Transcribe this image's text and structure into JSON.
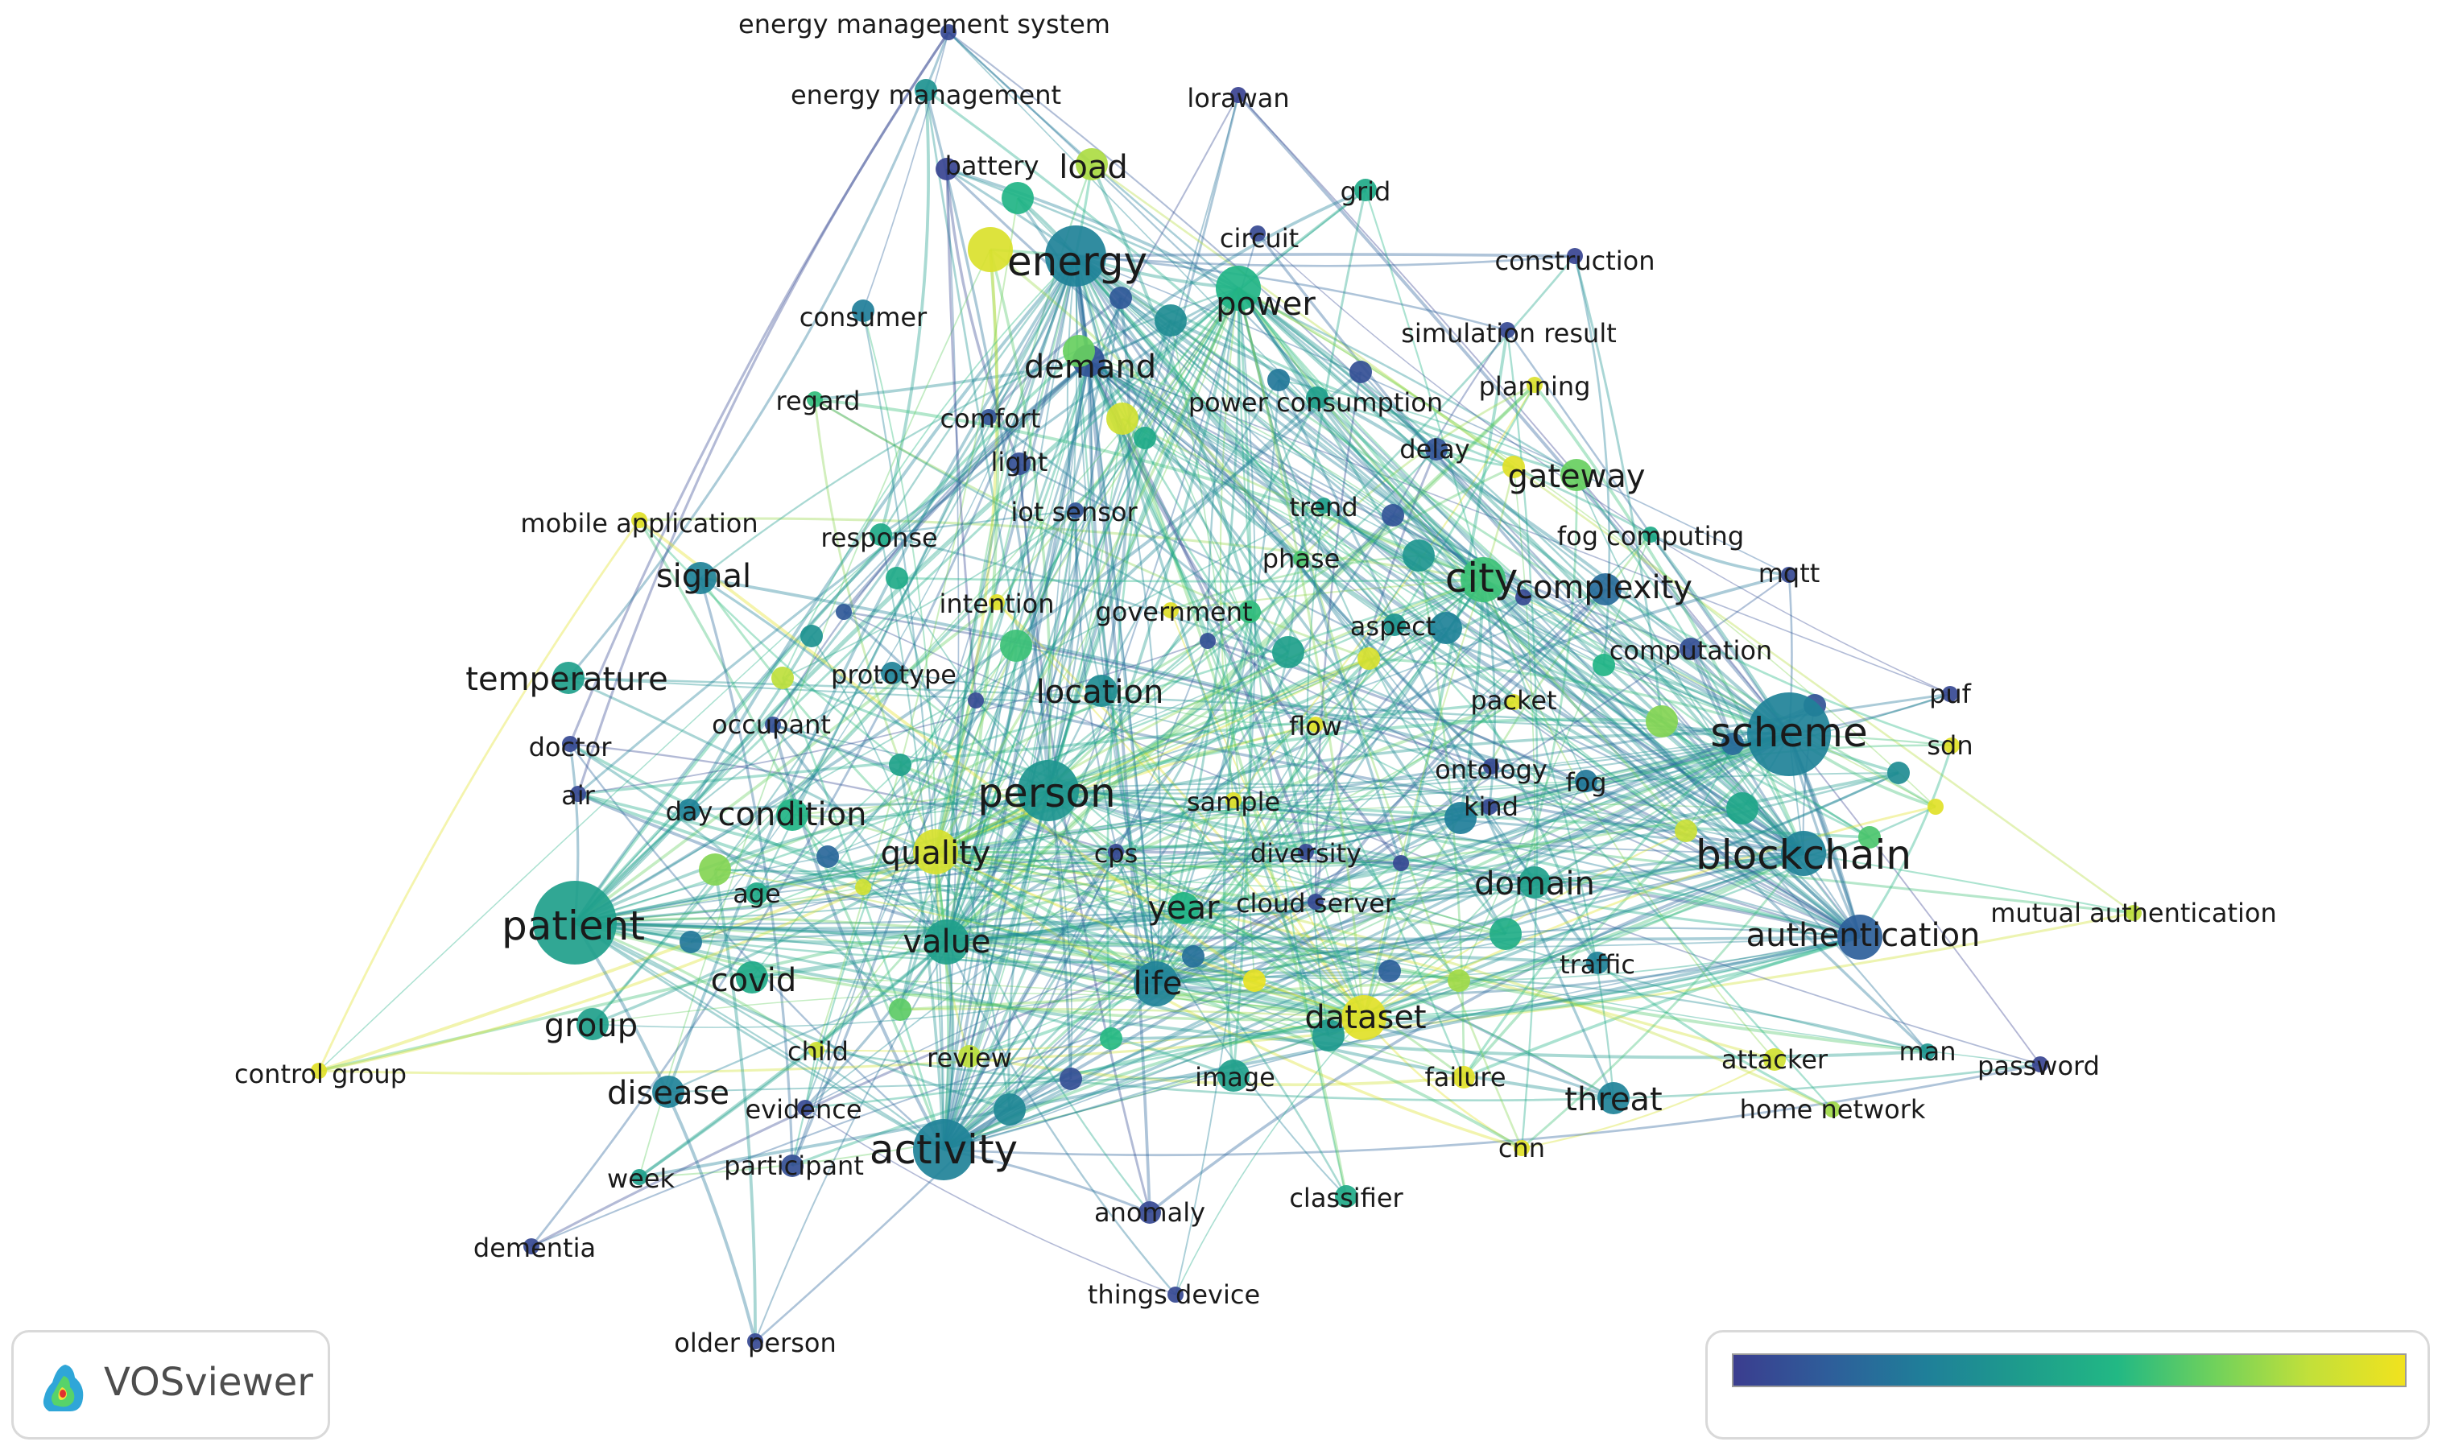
{
  "app": {
    "name": "VOSviewer"
  },
  "colors": {
    "scale": [
      "#3b3d8f",
      "#2e5e9a",
      "#1f7f99",
      "#1e9c8c",
      "#22b884",
      "#6fd15c",
      "#c2e03a",
      "#f1e21e"
    ],
    "link": "#7fc6c0",
    "label": "#1a1a1a"
  },
  "network": {
    "nodes": [
      {
        "label": "energy management system",
        "score": 0.05,
        "weight": 1,
        "vis": "small"
      },
      {
        "label": "energy management",
        "score": 0.38,
        "weight": 2,
        "vis": "small"
      },
      {
        "label": "lorawan",
        "score": 0.02,
        "weight": 1,
        "vis": "small"
      },
      {
        "label": "battery",
        "score": 0.03,
        "weight": 2,
        "vis": "small"
      },
      {
        "label": "load",
        "score": 0.82,
        "weight": 3,
        "vis": "medium"
      },
      {
        "label": "grid",
        "score": 0.5,
        "weight": 2,
        "vis": "small"
      },
      {
        "label": "circuit",
        "score": 0.05,
        "weight": 1,
        "vis": "small"
      },
      {
        "label": "energy",
        "score": 0.3,
        "weight": 5,
        "vis": "large"
      },
      {
        "label": "power",
        "score": 0.55,
        "weight": 4,
        "vis": "medium"
      },
      {
        "label": "construction",
        "score": 0.03,
        "weight": 1,
        "vis": "small"
      },
      {
        "label": "consumer",
        "score": 0.28,
        "weight": 2,
        "vis": "small"
      },
      {
        "label": "simulation result",
        "score": 0.05,
        "weight": 1,
        "vis": "small"
      },
      {
        "label": "demand",
        "score": 0.1,
        "weight": 3,
        "vis": "medium"
      },
      {
        "label": "planning",
        "score": 0.93,
        "weight": 1,
        "vis": "small"
      },
      {
        "label": "regard",
        "score": 0.6,
        "weight": 1,
        "vis": "small"
      },
      {
        "label": "power consumption",
        "score": 0.45,
        "weight": 2,
        "vis": "small"
      },
      {
        "label": "comfort",
        "score": 0.1,
        "weight": 1,
        "vis": "small"
      },
      {
        "label": "delay",
        "score": 0.1,
        "weight": 2,
        "vis": "small"
      },
      {
        "label": "light",
        "score": 0.08,
        "weight": 2,
        "vis": "small"
      },
      {
        "label": "gateway",
        "score": 0.7,
        "weight": 3,
        "vis": "medium"
      },
      {
        "label": "mobile application",
        "score": 0.95,
        "weight": 1,
        "vis": "small"
      },
      {
        "label": "iot sensor",
        "score": 0.1,
        "weight": 1,
        "vis": "small"
      },
      {
        "label": "trend",
        "score": 0.45,
        "weight": 1,
        "vis": "small"
      },
      {
        "label": "fog computing",
        "score": 0.5,
        "weight": 1,
        "vis": "small"
      },
      {
        "label": "response",
        "score": 0.5,
        "weight": 2,
        "vis": "small"
      },
      {
        "label": "phase",
        "score": 0.65,
        "weight": 1,
        "vis": "small"
      },
      {
        "label": "mqtt",
        "score": 0.05,
        "weight": 1,
        "vis": "small"
      },
      {
        "label": "signal",
        "score": 0.3,
        "weight": 3,
        "vis": "medium"
      },
      {
        "label": "city",
        "score": 0.62,
        "weight": 4,
        "vis": "large"
      },
      {
        "label": "complexity",
        "score": 0.2,
        "weight": 3,
        "vis": "medium"
      },
      {
        "label": "intention",
        "score": 0.95,
        "weight": 1,
        "vis": "small"
      },
      {
        "label": "government",
        "score": 0.95,
        "weight": 1,
        "vis": "small"
      },
      {
        "label": "aspect",
        "score": 0.4,
        "weight": 2,
        "vis": "small"
      },
      {
        "label": "computation",
        "score": 0.08,
        "weight": 2,
        "vis": "small"
      },
      {
        "label": "temperature",
        "score": 0.45,
        "weight": 3,
        "vis": "medium"
      },
      {
        "label": "prototype",
        "score": 0.3,
        "weight": 2,
        "vis": "small"
      },
      {
        "label": "location",
        "score": 0.35,
        "weight": 3,
        "vis": "medium"
      },
      {
        "label": "puf",
        "score": 0.05,
        "weight": 1,
        "vis": "small"
      },
      {
        "label": "packet",
        "score": 0.95,
        "weight": 1,
        "vis": "small"
      },
      {
        "label": "doctor",
        "score": 0.05,
        "weight": 1,
        "vis": "small"
      },
      {
        "label": "occupant",
        "score": 0.08,
        "weight": 1,
        "vis": "small"
      },
      {
        "label": "flow",
        "score": 0.95,
        "weight": 1,
        "vis": "small"
      },
      {
        "label": "scheme",
        "score": 0.3,
        "weight": 6,
        "vis": "large"
      },
      {
        "label": "sdn",
        "score": 0.95,
        "weight": 1,
        "vis": "small"
      },
      {
        "label": "ontology",
        "score": 0.05,
        "weight": 1,
        "vis": "small"
      },
      {
        "label": "air",
        "score": 0.05,
        "weight": 1,
        "vis": "small"
      },
      {
        "label": "person",
        "score": 0.4,
        "weight": 5,
        "vis": "large"
      },
      {
        "label": "fog",
        "score": 0.25,
        "weight": 2,
        "vis": "small"
      },
      {
        "label": "kind",
        "score": 0.05,
        "weight": 1,
        "vis": "small"
      },
      {
        "label": "day",
        "score": 0.3,
        "weight": 2,
        "vis": "small"
      },
      {
        "label": "condition",
        "score": 0.55,
        "weight": 3,
        "vis": "medium"
      },
      {
        "label": "sample",
        "score": 0.95,
        "weight": 1,
        "vis": "small"
      },
      {
        "label": "blockchain",
        "score": 0.3,
        "weight": 4,
        "vis": "large"
      },
      {
        "label": "quality",
        "score": 0.92,
        "weight": 4,
        "vis": "medium"
      },
      {
        "label": "cps",
        "score": 0.05,
        "weight": 1,
        "vis": "small"
      },
      {
        "label": "diversity",
        "score": 0.05,
        "weight": 1,
        "vis": "small"
      },
      {
        "label": "age",
        "score": 0.5,
        "weight": 2,
        "vis": "small"
      },
      {
        "label": "year",
        "score": 0.55,
        "weight": 3,
        "vis": "medium"
      },
      {
        "label": "cloud server",
        "score": 0.05,
        "weight": 1,
        "vis": "small"
      },
      {
        "label": "domain",
        "score": 0.45,
        "weight": 3,
        "vis": "medium"
      },
      {
        "label": "patient",
        "score": 0.45,
        "weight": 6,
        "vis": "large"
      },
      {
        "label": "mutual authentication",
        "score": 0.85,
        "weight": 1,
        "vis": "small"
      },
      {
        "label": "authentication",
        "score": 0.15,
        "weight": 4,
        "vis": "medium"
      },
      {
        "label": "value",
        "score": 0.45,
        "weight": 4,
        "vis": "medium"
      },
      {
        "label": "covid",
        "score": 0.5,
        "weight": 3,
        "vis": "medium"
      },
      {
        "label": "traffic",
        "score": 0.3,
        "weight": 2,
        "vis": "small"
      },
      {
        "label": "life",
        "score": 0.3,
        "weight": 4,
        "vis": "medium"
      },
      {
        "label": "dataset",
        "score": 0.95,
        "weight": 4,
        "vis": "medium"
      },
      {
        "label": "group",
        "score": 0.45,
        "weight": 3,
        "vis": "medium"
      },
      {
        "label": "child",
        "score": 0.9,
        "weight": 1,
        "vis": "small"
      },
      {
        "label": "review",
        "score": 0.85,
        "weight": 2,
        "vis": "small"
      },
      {
        "label": "man",
        "score": 0.4,
        "weight": 1,
        "vis": "small"
      },
      {
        "label": "control group",
        "score": 0.95,
        "weight": 1,
        "vis": "small"
      },
      {
        "label": "image",
        "score": 0.45,
        "weight": 3,
        "vis": "small"
      },
      {
        "label": "failure",
        "score": 0.95,
        "weight": 2,
        "vis": "small"
      },
      {
        "label": "attacker",
        "score": 0.9,
        "weight": 2,
        "vis": "small"
      },
      {
        "label": "password",
        "score": 0.03,
        "weight": 1,
        "vis": "small"
      },
      {
        "label": "disease",
        "score": 0.3,
        "weight": 3,
        "vis": "medium"
      },
      {
        "label": "threat",
        "score": 0.3,
        "weight": 3,
        "vis": "medium"
      },
      {
        "label": "evidence",
        "score": 0.05,
        "weight": 1,
        "vis": "small"
      },
      {
        "label": "home network",
        "score": 0.8,
        "weight": 1,
        "vis": "small"
      },
      {
        "label": "activity",
        "score": 0.3,
        "weight": 5,
        "vis": "large"
      },
      {
        "label": "cnn",
        "score": 0.95,
        "weight": 1,
        "vis": "small"
      },
      {
        "label": "participant",
        "score": 0.08,
        "weight": 2,
        "vis": "small"
      },
      {
        "label": "week",
        "score": 0.45,
        "weight": 1,
        "vis": "small"
      },
      {
        "label": "anomaly",
        "score": 0.05,
        "weight": 2,
        "vis": "small"
      },
      {
        "label": "classifier",
        "score": 0.5,
        "weight": 2,
        "vis": "small"
      },
      {
        "label": "dementia",
        "score": 0.05,
        "weight": 1,
        "vis": "small"
      },
      {
        "label": "things device",
        "score": 0.05,
        "weight": 1,
        "vis": "small"
      },
      {
        "label": "older person",
        "score": 0.05,
        "weight": 1,
        "vis": "small"
      }
    ],
    "extra_nodes": [
      {
        "score": 0.93,
        "weight": 4
      },
      {
        "score": 0.55,
        "weight": 3
      },
      {
        "score": 0.12,
        "weight": 2
      },
      {
        "score": 0.7,
        "weight": 3
      },
      {
        "score": 0.35,
        "weight": 3
      },
      {
        "score": 0.08,
        "weight": 2
      },
      {
        "score": 0.9,
        "weight": 3
      },
      {
        "score": 0.5,
        "weight": 2
      },
      {
        "score": 0.25,
        "weight": 2
      },
      {
        "score": 0.95,
        "weight": 2
      },
      {
        "score": 0.1,
        "weight": 2
      },
      {
        "score": 0.4,
        "weight": 3
      },
      {
        "score": 0.6,
        "weight": 2
      },
      {
        "score": 0.08,
        "weight": 1
      },
      {
        "score": 0.45,
        "weight": 3
      },
      {
        "score": 0.92,
        "weight": 2
      },
      {
        "score": 0.3,
        "weight": 3
      },
      {
        "score": 0.05,
        "weight": 1
      },
      {
        "score": 0.55,
        "weight": 2
      },
      {
        "score": 0.75,
        "weight": 3
      },
      {
        "score": 0.2,
        "weight": 2
      },
      {
        "score": 0.88,
        "weight": 2
      },
      {
        "score": 0.48,
        "weight": 3
      },
      {
        "score": 0.1,
        "weight": 2
      },
      {
        "score": 0.35,
        "weight": 2
      },
      {
        "score": 0.65,
        "weight": 2
      },
      {
        "score": 0.95,
        "weight": 1
      },
      {
        "score": 0.28,
        "weight": 3
      },
      {
        "score": 0.05,
        "weight": 1
      },
      {
        "score": 0.52,
        "weight": 3
      },
      {
        "score": 0.8,
        "weight": 2
      },
      {
        "score": 0.15,
        "weight": 2
      },
      {
        "score": 0.42,
        "weight": 3
      },
      {
        "score": 0.97,
        "weight": 2
      },
      {
        "score": 0.22,
        "weight": 2
      },
      {
        "score": 0.58,
        "weight": 2
      },
      {
        "score": 0.08,
        "weight": 2
      },
      {
        "score": 0.33,
        "weight": 3
      },
      {
        "score": 0.68,
        "weight": 2
      },
      {
        "score": 0.9,
        "weight": 1
      },
      {
        "score": 0.18,
        "weight": 2
      },
      {
        "score": 0.46,
        "weight": 2
      },
      {
        "score": 0.06,
        "weight": 1
      },
      {
        "score": 0.62,
        "weight": 3
      },
      {
        "score": 0.38,
        "weight": 2
      },
      {
        "score": 0.85,
        "weight": 2
      },
      {
        "score": 0.12,
        "weight": 1
      },
      {
        "score": 0.5,
        "weight": 2
      },
      {
        "score": 0.75,
        "weight": 3
      },
      {
        "score": 0.25,
        "weight": 2
      }
    ]
  },
  "legend": {
    "gradient": [
      "#3b3d8f",
      "#2e5e9a",
      "#1f7f99",
      "#1e9c8c",
      "#22b884",
      "#6fd15c",
      "#c2e03a",
      "#f1e21e"
    ]
  }
}
